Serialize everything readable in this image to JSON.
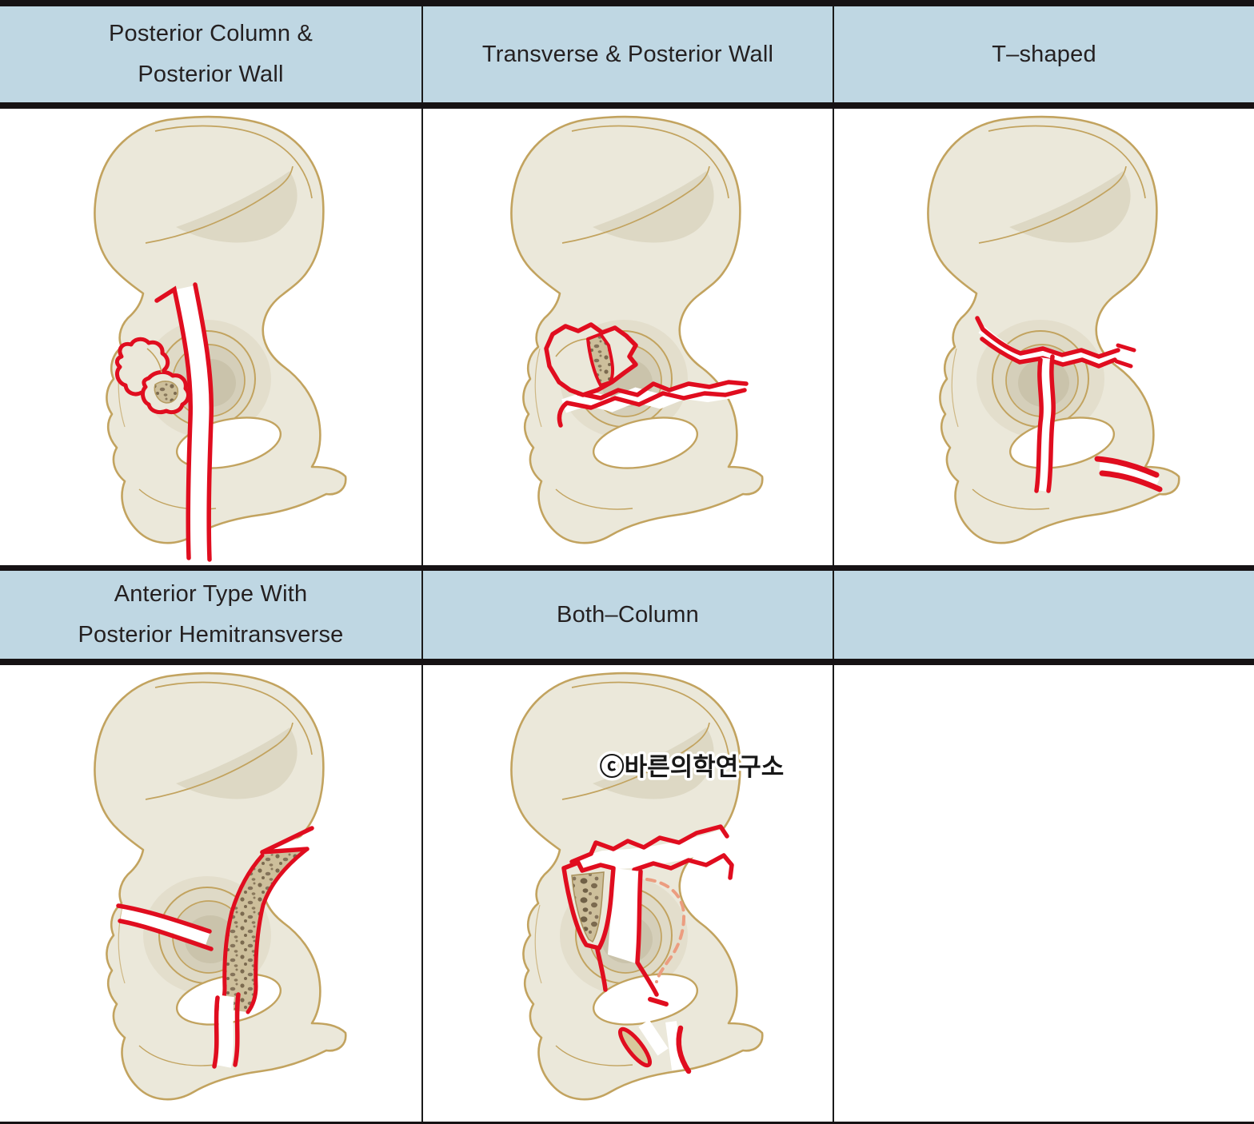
{
  "table": {
    "headers_row1": [
      "Posterior Column &\nPosterior Wall",
      "Transverse & Posterior Wall",
      "T–shaped"
    ],
    "headers_row2": [
      "Anterior Type With\nPosterior Hemitransverse",
      "Both–Column",
      ""
    ],
    "figures": [
      "posterior-column-and-posterior-wall-fracture",
      "transverse-and-posterior-wall-fracture",
      "t-shaped-fracture",
      "anterior-type-with-posterior-hemitransverse-fracture",
      "both-column-fracture"
    ]
  },
  "watermark": "ⓒ바른의학연구소",
  "colors": {
    "header_bg": "#bfd7e3",
    "header_text": "#242021",
    "border_thick": "#161214",
    "divider": "#1a1a1a",
    "bone_fill": "#ebe8da",
    "bone_outline": "#c2a35f",
    "bone_shade": "#ddd8c4",
    "fracture_red": "#e00d1f",
    "hidden_fracture_dash": "#ec9d80",
    "cancellous_bg": "#cdbf9b",
    "cancellous_dot": "#7b6a4f",
    "background": "#ffffff"
  }
}
